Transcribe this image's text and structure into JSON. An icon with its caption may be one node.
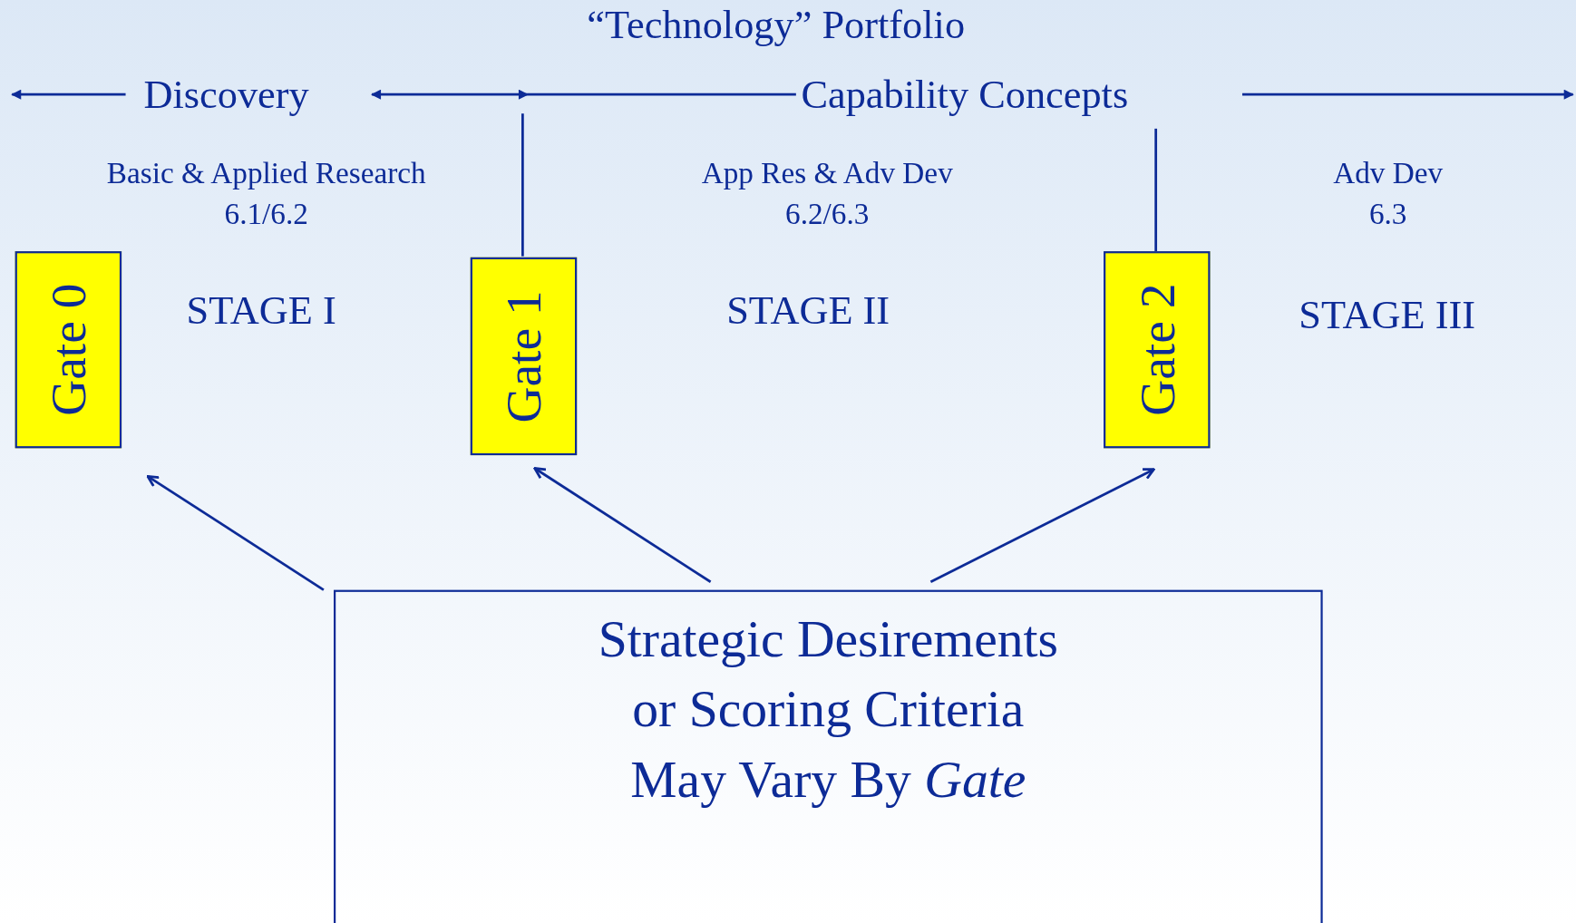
{
  "diagram": {
    "title": "“Technology” Portfolio",
    "nodes": [
      {
        "text": [
          "Gate 0"
        ]
      },
      {
        "text": [
          "Gate 1"
        ]
      },
      {
        "text": [
          "Gate 2"
        ]
      },
      {
        "text": [
          "Strategic Desirements or Scoring Criteria May Vary By *Gate*"
        ]
      }
    ],
    "edges": [
      {
        "from": 3,
        "to": 0,
        "arrow": "to"
      },
      {
        "from": 3,
        "to": 1,
        "arrow": "to"
      },
      {
        "from": 3,
        "to": 2,
        "arrow": "to"
      }
    ],
    "labels": [
      "Discovery",
      "Capability Concepts",
      "Basic & Applied Research 6.1/6.2",
      "App Res & Adv Dev 6.2/6.3",
      "Adv Dev 6.3",
      "STAGE I",
      "STAGE II",
      "STAGE III"
    ]
  }
}
